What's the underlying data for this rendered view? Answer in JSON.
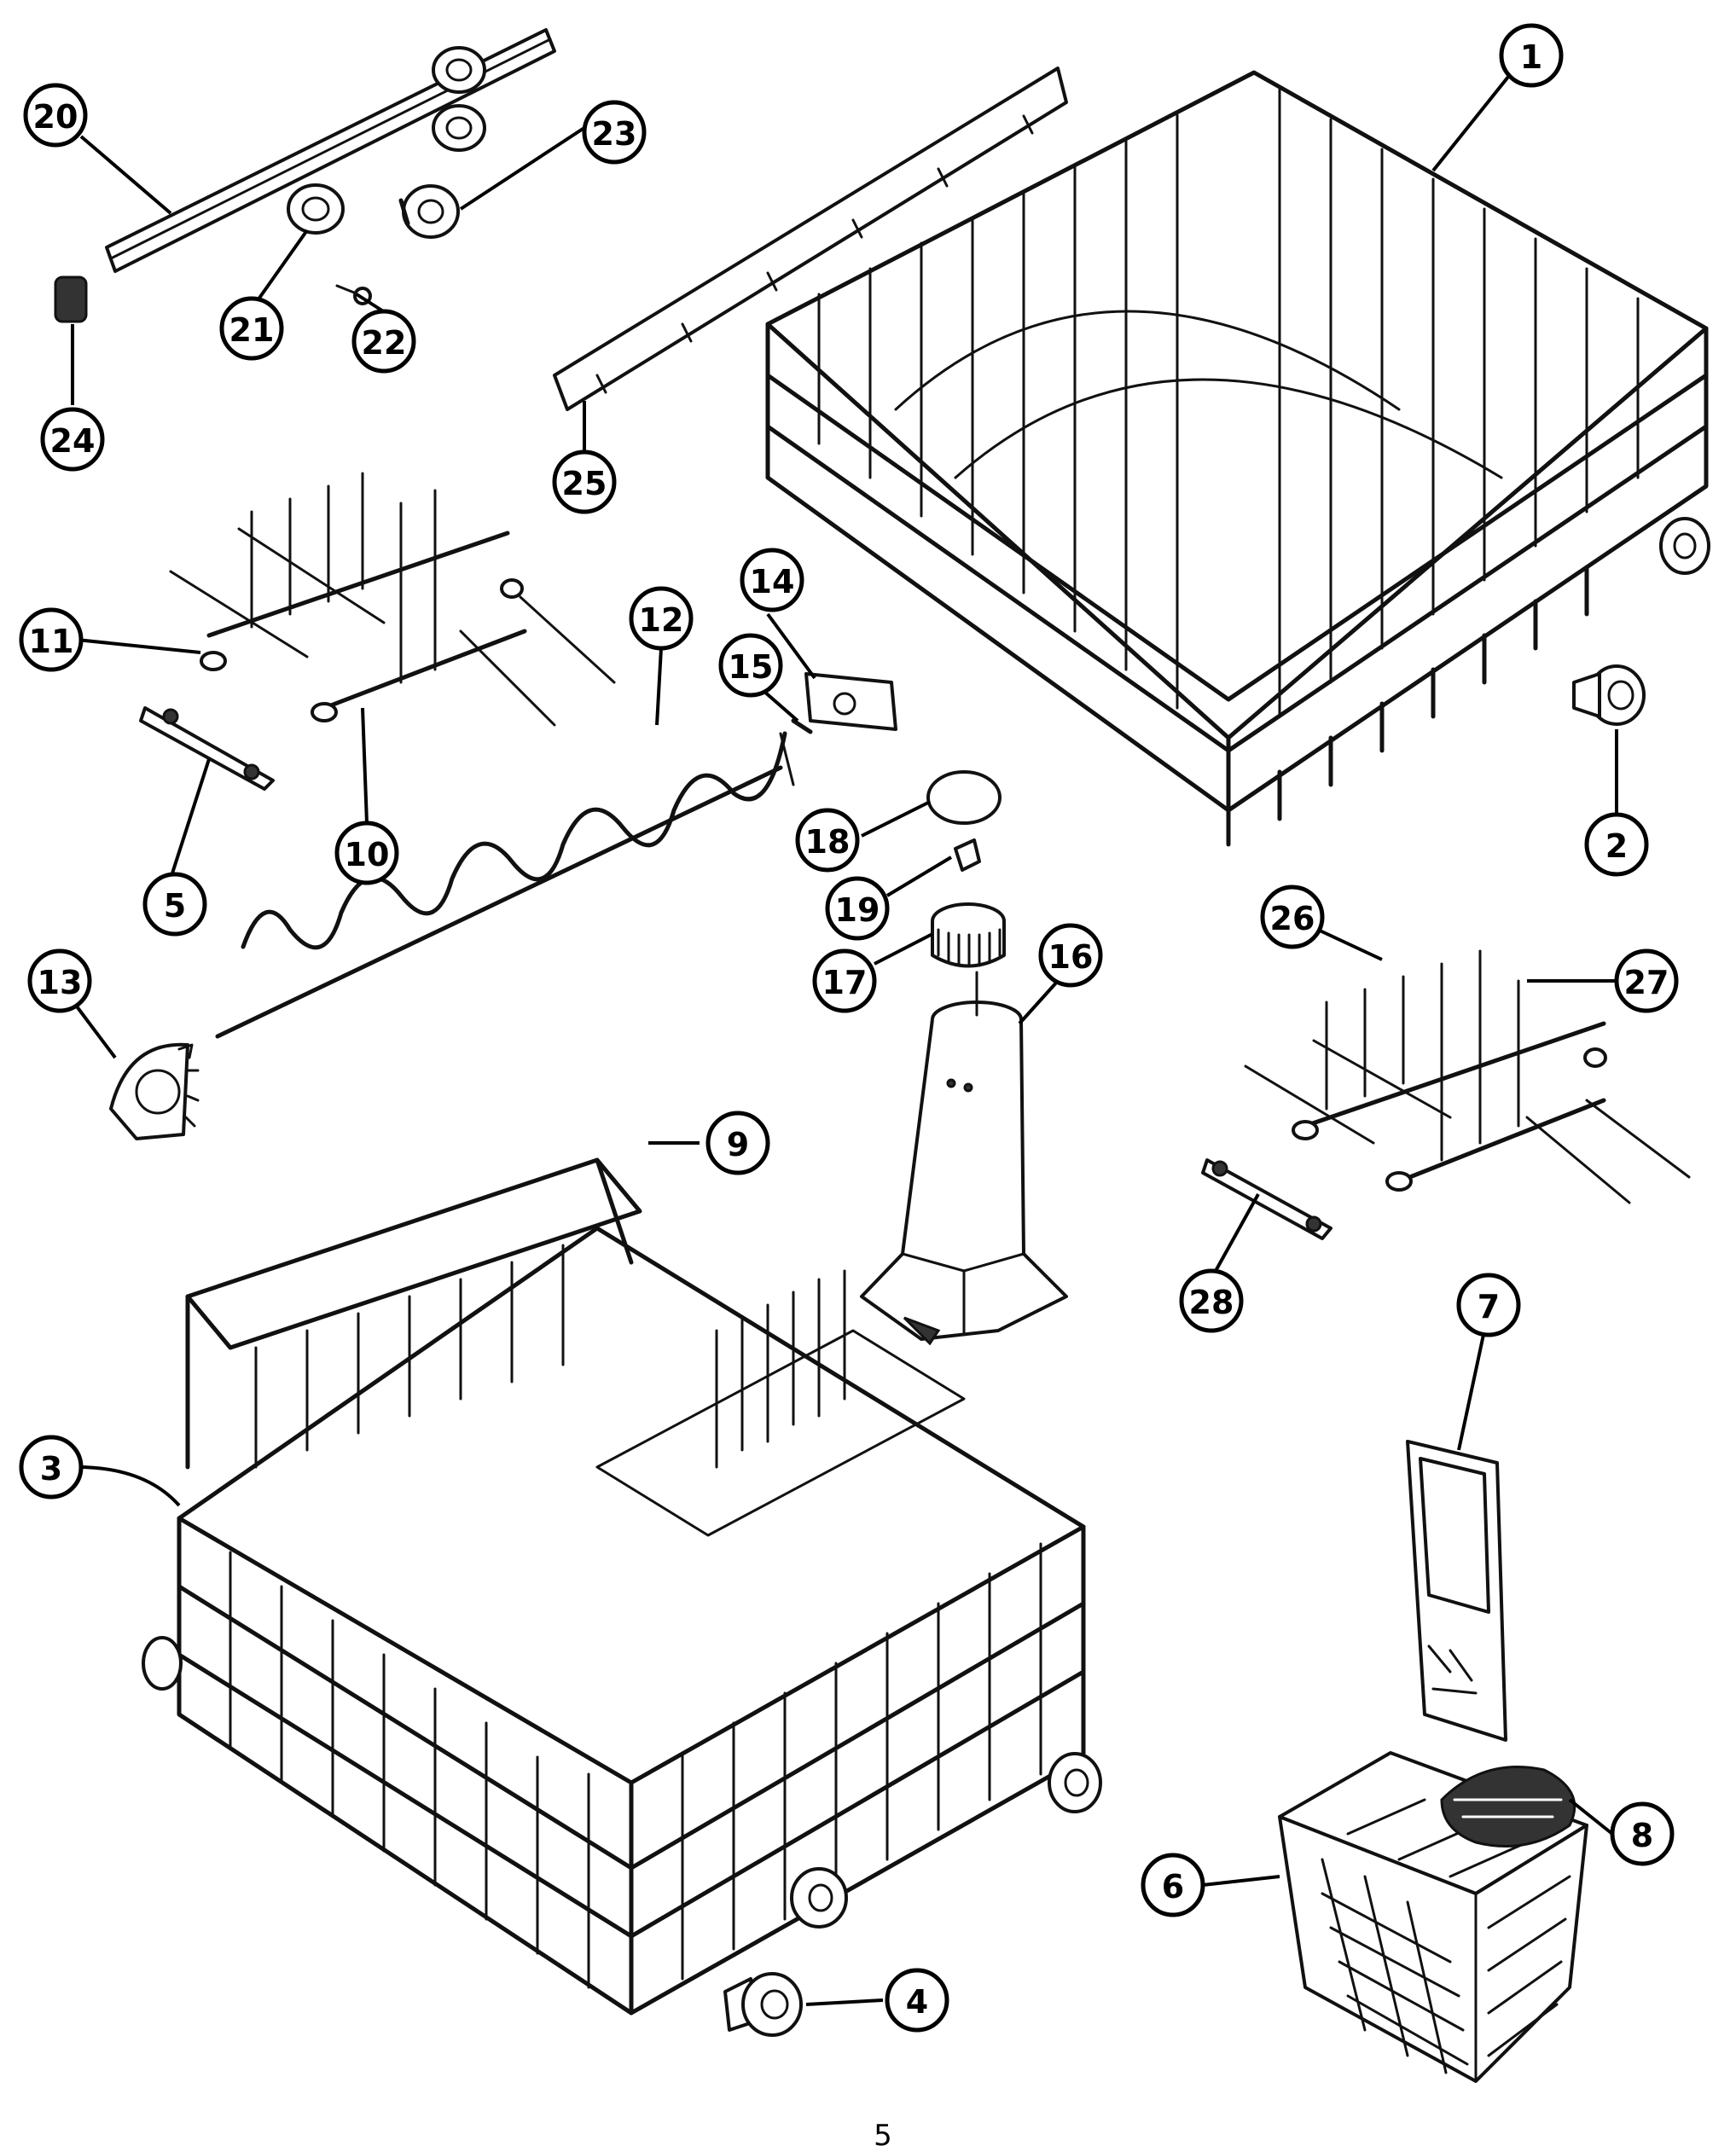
{
  "diagram": {
    "callouts": [
      {
        "id": "c1",
        "label": "1"
      },
      {
        "id": "c2",
        "label": "2"
      },
      {
        "id": "c3",
        "label": "3"
      },
      {
        "id": "c4",
        "label": "4"
      },
      {
        "id": "c5",
        "label": "5"
      },
      {
        "id": "c6",
        "label": "6"
      },
      {
        "id": "c7",
        "label": "7"
      },
      {
        "id": "c8",
        "label": "8"
      },
      {
        "id": "c9",
        "label": "9"
      },
      {
        "id": "c10",
        "label": "10"
      },
      {
        "id": "c11",
        "label": "11"
      },
      {
        "id": "c12",
        "label": "12"
      },
      {
        "id": "c13",
        "label": "13"
      },
      {
        "id": "c14",
        "label": "14"
      },
      {
        "id": "c15",
        "label": "15"
      },
      {
        "id": "c16",
        "label": "16"
      },
      {
        "id": "c17",
        "label": "17"
      },
      {
        "id": "c18",
        "label": "18"
      },
      {
        "id": "c19",
        "label": "19"
      },
      {
        "id": "c20",
        "label": "20"
      },
      {
        "id": "c21",
        "label": "21"
      },
      {
        "id": "c22",
        "label": "22"
      },
      {
        "id": "c23",
        "label": "23"
      },
      {
        "id": "c24",
        "label": "24"
      },
      {
        "id": "c25",
        "label": "25"
      },
      {
        "id": "c26",
        "label": "26"
      },
      {
        "id": "c27",
        "label": "27"
      },
      {
        "id": "c28",
        "label": "28"
      }
    ],
    "page_number": "5"
  }
}
